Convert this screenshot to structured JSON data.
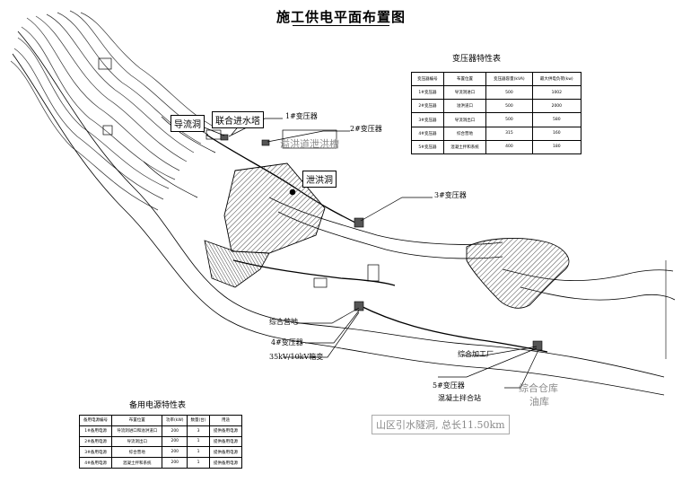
{
  "title": "施工供电平面布置图",
  "transformer_table": {
    "caption": "变压器特性表",
    "headers": [
      "变压器编号",
      "布置位置",
      "变压器容量(kVA)",
      "最大供电负荷(kw)"
    ],
    "rows": [
      [
        "1#变压器",
        "导流洞进口",
        "500",
        "1002"
      ],
      [
        "2#变压器",
        "溢洪道口",
        "500",
        "2000"
      ],
      [
        "3#变压器",
        "导流洞出口",
        "500",
        "580"
      ],
      [
        "4#变压器",
        "综合营地",
        "315",
        "160"
      ],
      [
        "5#变压器",
        "混凝土拌和系统",
        "400",
        "180"
      ]
    ]
  },
  "backup_table": {
    "caption": "备用电源特性表",
    "headers": [
      "备用电源编号",
      "布置位置",
      "功率(kW)",
      "数量(台)",
      "用途"
    ],
    "rows": [
      [
        "1#备用电源",
        "导流洞进口和溢洪道口",
        "200",
        "3",
        "提供备用电源"
      ],
      [
        "2#备用电源",
        "导流洞出口",
        "200",
        "1",
        "提供备用电源"
      ],
      [
        "3#备用电源",
        "综合营地",
        "200",
        "1",
        "提供备用电源"
      ],
      [
        "4#备用电源",
        "混凝土拌和系统",
        "200",
        "1",
        "提供备用电源"
      ]
    ]
  },
  "labels": {
    "diversion_tunnel": "导流洞",
    "intake_tower": "联合进水塔",
    "spillway_tunnel": "泄洪洞",
    "spillway_gray": "溢洪道泄洪槽",
    "t1": "1#变压器",
    "t2": "2#变压器",
    "t3": "3#变压器",
    "t4": "4#变压器",
    "t5": "5#变压器",
    "camp": "综合营地",
    "substation": "35kV/10kV箱变",
    "workshop": "综合加工厂",
    "concrete_plant": "混凝土拌合站",
    "warehouse": "综合仓库",
    "oil_depot": "油库",
    "tunnel_note": "山区引水隧洞, 总长11.50km"
  },
  "colors": {
    "ink": "#000000",
    "gray": "#8a8a8a",
    "hatch": "#555555"
  }
}
